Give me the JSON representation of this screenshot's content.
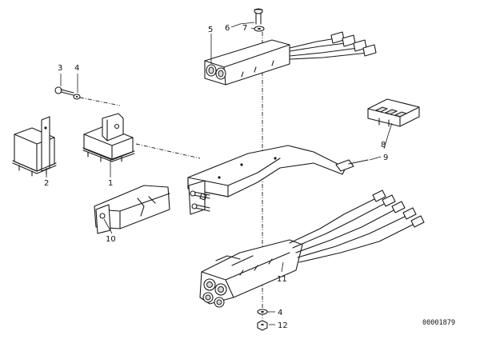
{
  "callouts": {
    "c1": "1",
    "c2": "2",
    "c3": "3",
    "c4_top": "4",
    "c5": "5",
    "c6": "6",
    "c7": "7",
    "c8": "8",
    "c9": "9",
    "c10": "10",
    "c11": "11",
    "c4_bottom": "4",
    "c12": "12"
  },
  "reference_number": "00001879"
}
